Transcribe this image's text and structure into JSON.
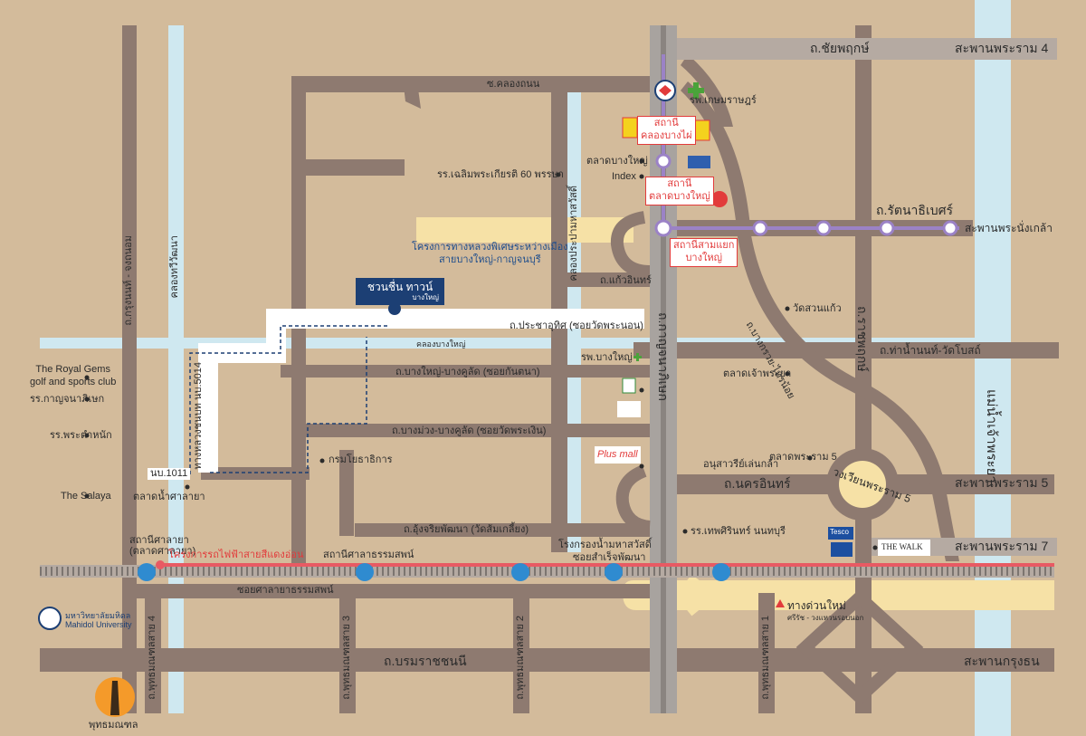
{
  "roads": {
    "chaiyaphruek": "ถ.ชัยพฤกษ์",
    "bridge_rama4": "สะพานพระราม 4",
    "rattanathibet": "ถ.รัตนาธิเบศร์",
    "bridge_phranangklao": "สะพานพระนั่งเกล้า",
    "tha_nam_non": "ถ.ท่าน้ำนนท์-วัดโบสถ์",
    "nakhon_in": "ถ.นครอินทร์",
    "bridge_rama5": "สะพานพระราม 5",
    "bridge_rama7": "สะพานพระราม 7",
    "borommaratchachonnani": "ถ.บรมราชชนนี",
    "bridge_krungthon": "สะพานกรุงธน",
    "ratchaphruek": "ถ.ราชพฤกษ์",
    "kanchanaphisek": "ถ.กาญจนาภิเษก",
    "bangkruai_sainoi": "ถ.บางกรวย-ไทรน้อย",
    "soi_khlong_thanon": "ซ.คลองถนน",
    "kaew_in": "ถ.แก้วอินทร์",
    "prachautit": "ถ.ประชาอุทิศ (ซอยวัดพระนอน)",
    "bangyai_bangkhusat": "ถ.บางใหญ่-บางคูลัด (ซอยกันตนา)",
    "bangmuang_bangkhusat": "ถ.บางม่วง-บางคูลัด (ซอยวัดพระเงิน)",
    "ueng_charoen": "ถ.อุ้งจริยพัฒนา (วัดส้มเกลี้ยง)",
    "soi_salaya_thammasop": "ซอยศาลายาธรรมสพน์",
    "krung_nonthaburi": "ถ.กรุงนนท์ - จงถนอม",
    "phutthamonthon4": "ถ.พุทธมณฑลสาย 4",
    "phutthamonthon3": "ถ.พุทธมณฑลสาย 3",
    "phutthamonthon2": "ถ.พุทธมณฑลสาย 2",
    "phutthamonthon1": "ถ.พุทธมณฑลสาย 1",
    "nm1011": "นบ.1011",
    "local5014": "ทางหลวงชนบท นบ.5014",
    "soi_samruay": "ซอยสำเร็จพัฒนา"
  },
  "canals": {
    "thawi_watthana": "คลองทวีวัฒนา",
    "bang_yai": "คลองบางใหญ่",
    "prapa": "คลองประปามหาสวัสดิ์"
  },
  "river": "แม่น้ำเจ้าพระยา",
  "circle": "วงเวียนพระราม 5",
  "stations": {
    "khlong_bang_phai": "สถานี\nคลองบางไผ่",
    "talad_bang_yai": "สถานี\nตลาดบางใหญ่",
    "sam_yaek_bang_yai": "สถานีสามแยก\nบางใหญ่",
    "salaya_top": "สถานีศาลายา",
    "salaya_bottom": "(ตลาดศาลายา)",
    "salaya_thammasop": "สถานีศาลาธรรมสพน์"
  },
  "projects": {
    "purple_line": "โครงการทางหลวงพิเศษระหว่างเมือง\nสายบางใหญ่-กาญจนบุรี",
    "red_line": "โครงการรถไฟฟ้าสายสีแดงอ่อน",
    "expressway": "ทางด่วนใหม่",
    "expressway_sub": "ศรีรัช - วงแหวนรอบนอก"
  },
  "landmarks": {
    "hospital_kasemrad": "รพ.เกษมราษฎร์",
    "talad_bang_yai": "ตลาดบางใหญ่",
    "index": "Index",
    "school_chaloem": "รร.เฉลิมพระเกียรติ 60 พรรษา",
    "hospital_bang_yai": "รพ.บางใหญ่",
    "wat_suan_kaew": "วัดสวนแก้ว",
    "talad_chao_phraya": "ตลาดเจ้าพระยา",
    "anusawari": "อนุสาวรีย์เล่นกล้า",
    "talad_rama5": "ตลาดพระราม 5",
    "school_thepsirin": "รร.เทพศิรินทร์ นนทบุรี",
    "the_walk": "THE WALK",
    "royal_gems": "The Royal Gems\ngolf and sports club",
    "school_kanchanaphisek": "รร.กาญจนาภิเษก",
    "school_phra_tamnak": "รร.พระตำหนัก",
    "salaya": "The Salaya",
    "talad_nam_salaya": "ตลาดน้ำศาลายา",
    "krom_yotha": "กรมโยธาธิการ",
    "rongkrong": "โรงกรองน้ำมหาสวัสดิ์",
    "mahidol_th": "มหาวิทยาลัยมหิดล",
    "mahidol_en": "Mahidol University",
    "phutthamonthon": "พุทธมณฑล",
    "tesco": "Tesco",
    "plus_mall": "Plus mall"
  },
  "project_sign": {
    "name": "ชวนชื่น ทาวน์",
    "sub": "บางใหญ่"
  },
  "colors": {
    "background": "#d3bb9b",
    "road": "#8e7a70",
    "water": "#cfe8f0",
    "highway": "#b5aaa2",
    "purple_line": "#9b82c6",
    "red_line": "#e85a63",
    "expressway": "#f6e1a6",
    "sign": "#1c3f74"
  }
}
